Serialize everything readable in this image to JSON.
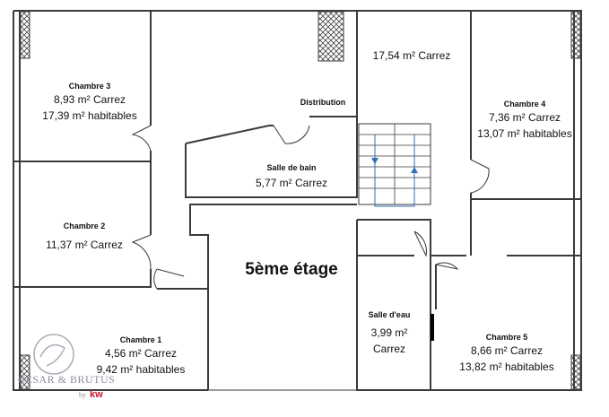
{
  "floor": {
    "title": "5ème étage"
  },
  "rooms": [
    {
      "id": "chambre-3",
      "name": "Chambre 3",
      "lines": [
        "8,93 m² Carrez",
        "17,39 m² habitables"
      ]
    },
    {
      "id": "chambre-2",
      "name": "Chambre 2",
      "lines": [
        "11,37 m² Carrez"
      ]
    },
    {
      "id": "chambre-1",
      "name": "Chambre 1",
      "lines": [
        "4,56 m² Carrez",
        "9,42 m² habitables"
      ]
    },
    {
      "id": "distribution",
      "name": "Distribution",
      "lines": [
        "17,54 m² Carrez"
      ]
    },
    {
      "id": "salle-de-bain",
      "name": "Salle de bain",
      "lines": [
        "5,77 m² Carrez"
      ]
    },
    {
      "id": "chambre-4",
      "name": "Chambre 4",
      "lines": [
        "7,36 m² Carrez",
        "13,07 m² habitables"
      ]
    },
    {
      "id": "salle-deau",
      "name": "Salle d'eau",
      "lines": [
        "3,99 m²",
        "Carrez"
      ]
    },
    {
      "id": "chambre-5",
      "name": "Chambre 5",
      "lines": [
        "8,66 m² Carrez",
        "13,82 m² habitables"
      ]
    }
  ],
  "logo": {
    "brand": "CESAR & BRUTUS",
    "by": "by",
    "partner": "kw",
    "partner_color": "#c8102e"
  },
  "colors": {
    "walls": "#3a3a3a",
    "stairs": "#2f6db5",
    "hatch": "#444444"
  }
}
